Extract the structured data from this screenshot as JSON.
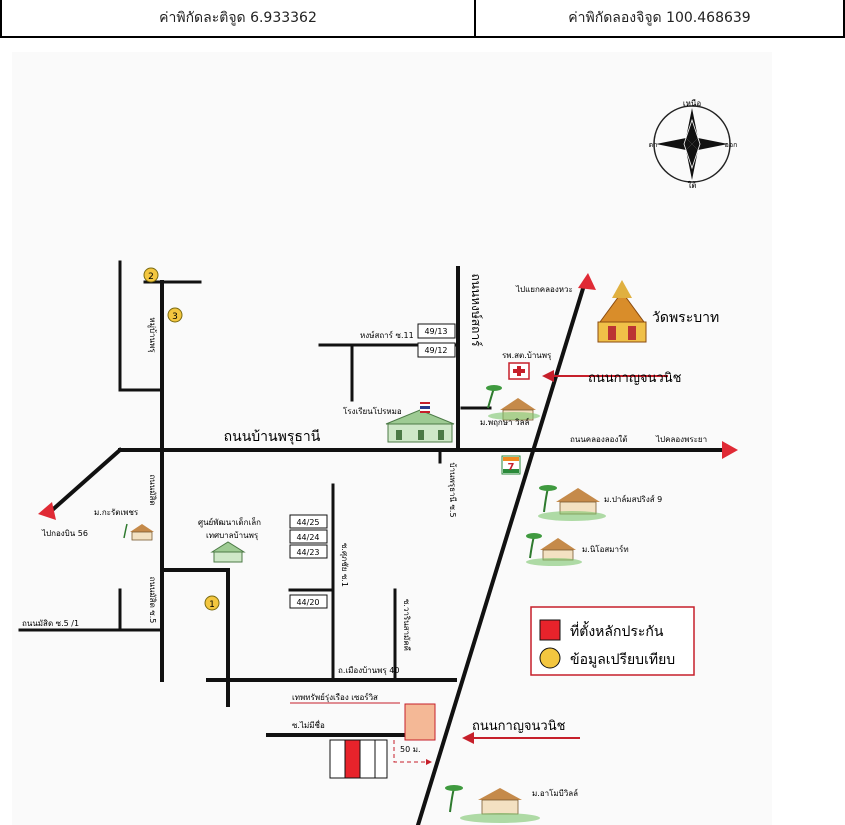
{
  "header": {
    "latitude_label": "ค่าพิกัดละติจูด 6.933362",
    "longitude_label": "ค่าพิกัดลองจิจูด 100.468639"
  },
  "compass": {
    "north": "เหนือ",
    "south": "ใต้",
    "east": "ออก",
    "west": "ตก"
  },
  "roads": {
    "ban_phru_thani": "ถนนบ้านพรุธานี",
    "hong_sathat": "ถนนหงษ์สถาร์",
    "kanchanawanit_top": "ถนนกาญจนวนิช",
    "kanchanawanit_bottom": "ถนนกาญจนวนิช",
    "khlong_long_tai": "ถนนคลองลองใต้",
    "mai_mi_chue": "ซ.ไม่มีชื่อ",
    "mueang_ban_phru_40": "ถ.เมืองบ้านพรุ 40",
    "mansit_5_1": "ถนนมัสิด ซ.5 /1",
    "mansit_5": "ถนนมัสิด ซ.5",
    "mansit": "ถนนมัสิด",
    "ban_phru_thani_5": "บ้านพรุธานี ซ.5",
    "mu_ban_phru": "หมู่บ้านพรุ",
    "soi_ku": "ซ.ศุภชัย ซ.1",
    "soi_wat": "ซ.วารินสามัคคี",
    "hong_sathat_11": "หงษ์สถาร์ ซ.11"
  },
  "places": {
    "to_khlong_hae": "ไปแยกคลองหวะ",
    "wat_phra_bat": "วัดพระบาท",
    "hospital": "รพ.สต.บ้านพรุ",
    "school": "โรงเรียนโปรหมอ",
    "village_phruksa": "ม.พฤกษา วิลล์",
    "to_khlong_phaya": "ไปคลองพระยา",
    "village_palm": "ม.ปาล์มสปริงส์ 9",
    "village_nio": "ม.นิโอสมาร์ท",
    "village_kratha": "ม.กะรัตเพชร",
    "to_kong_bin": "ไปกองบิน 56",
    "child_center": "ศูนย์พัฒนาเด็กเล็ก",
    "child_center_2": "เทศบาลบ้านพรุ",
    "thephanasap": "เทพทรัพย์รุ่งเรือง เซอร์วิส",
    "village_amo": "ม.อาโมบีวิลล์",
    "seven_eleven": "7"
  },
  "house_numbers": {
    "n49_13": "49/13",
    "n49_12": "49/12",
    "n44_25": "44/25",
    "n44_24": "44/24",
    "n44_23": "44/23",
    "n44_20": "44/20"
  },
  "markers": {
    "m1": "1",
    "m2": "2",
    "m3": "3"
  },
  "distance": "50 ม.",
  "legend": {
    "pillar_label": "ที่ตั้งหลักประกัน",
    "compare_label": "ข้อมูลเปรียบเทียบ",
    "pillar_color": "#e8232b",
    "compare_color": "#f3c63f"
  },
  "colors": {
    "road": "#111111",
    "arrow": "#e02a35",
    "accent": "#c61f2a"
  }
}
